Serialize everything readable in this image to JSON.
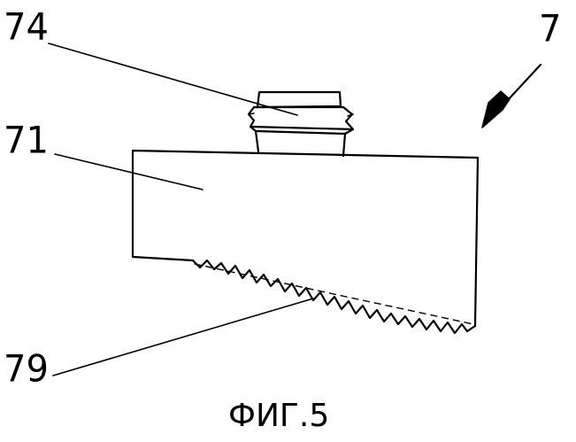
{
  "figure": {
    "caption": "ФИГ.5",
    "line_color": "#000000",
    "background": "#ffffff",
    "labels": {
      "part_74": "74",
      "part_7": "7",
      "part_71": "71",
      "part_79": "79"
    }
  }
}
